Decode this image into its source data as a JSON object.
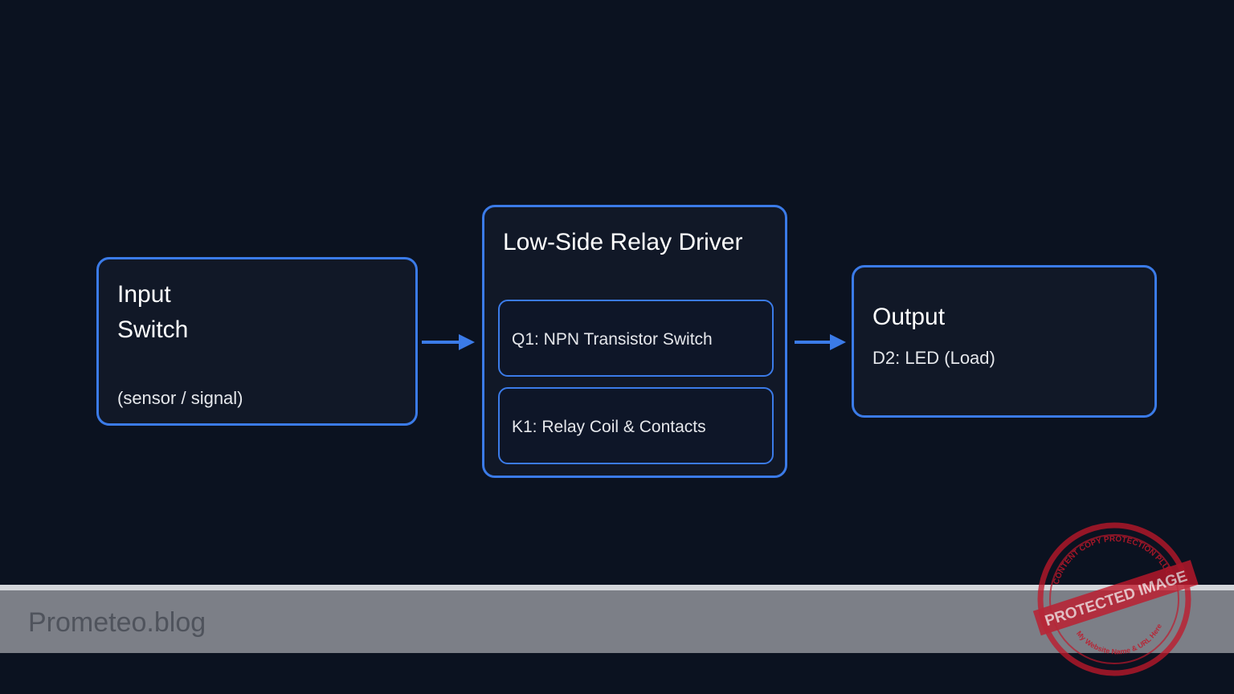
{
  "input": {
    "title_line1": "Input",
    "title_line2": "Switch",
    "subtitle": "(sensor / signal)"
  },
  "driver": {
    "title": "Low-Side Relay Driver",
    "components": [
      {
        "label": "Q1: NPN Transistor Switch"
      },
      {
        "label": "K1: Relay Coil & Contacts"
      }
    ]
  },
  "output": {
    "title": "Output",
    "subtitle": "D2: LED (Load)"
  },
  "footer": {
    "brand": "Prometeo.blog"
  },
  "watermark": {
    "text_main": "PROTECTED IMAGE",
    "text_top": "CONTENT COPY PROTECTION PLUGIN",
    "text_bottom": "My Website Name & URL Here"
  },
  "colors": {
    "background": "#0b1220",
    "accent": "#3b7be8",
    "box_fill": "#111827",
    "footer_bar": "#7c7f87",
    "watermark_red": "#c0182a"
  }
}
